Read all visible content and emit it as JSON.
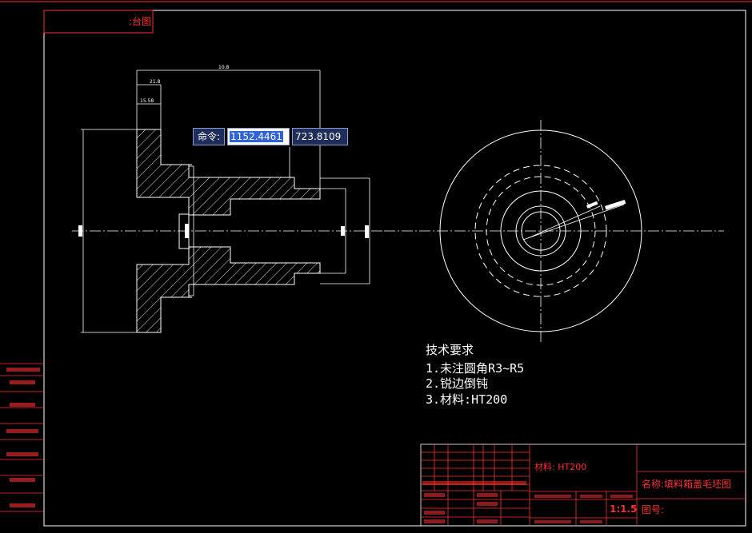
{
  "header": {
    "corner_label": ":台图"
  },
  "dimensions": {
    "overall": "10.8",
    "mid": "21.8",
    "small": "15.58"
  },
  "command": {
    "label": "命令:",
    "x_value": "1152.4461",
    "y_value": "723.8109"
  },
  "requirements": {
    "title": "技术要求",
    "items": [
      "1.未注圆角R3~R5",
      "2.锐边倒钝",
      "3.材料:HT200"
    ]
  },
  "title_block": {
    "material": "材料: HT200",
    "name": "名称:填料箱盖毛坯图",
    "drawing_no": "图号:",
    "scale": "1:1.5"
  },
  "colors": {
    "frame": "#ff3030",
    "line": "#ffffff",
    "background": "#000000",
    "dashed": "#ffffff"
  }
}
